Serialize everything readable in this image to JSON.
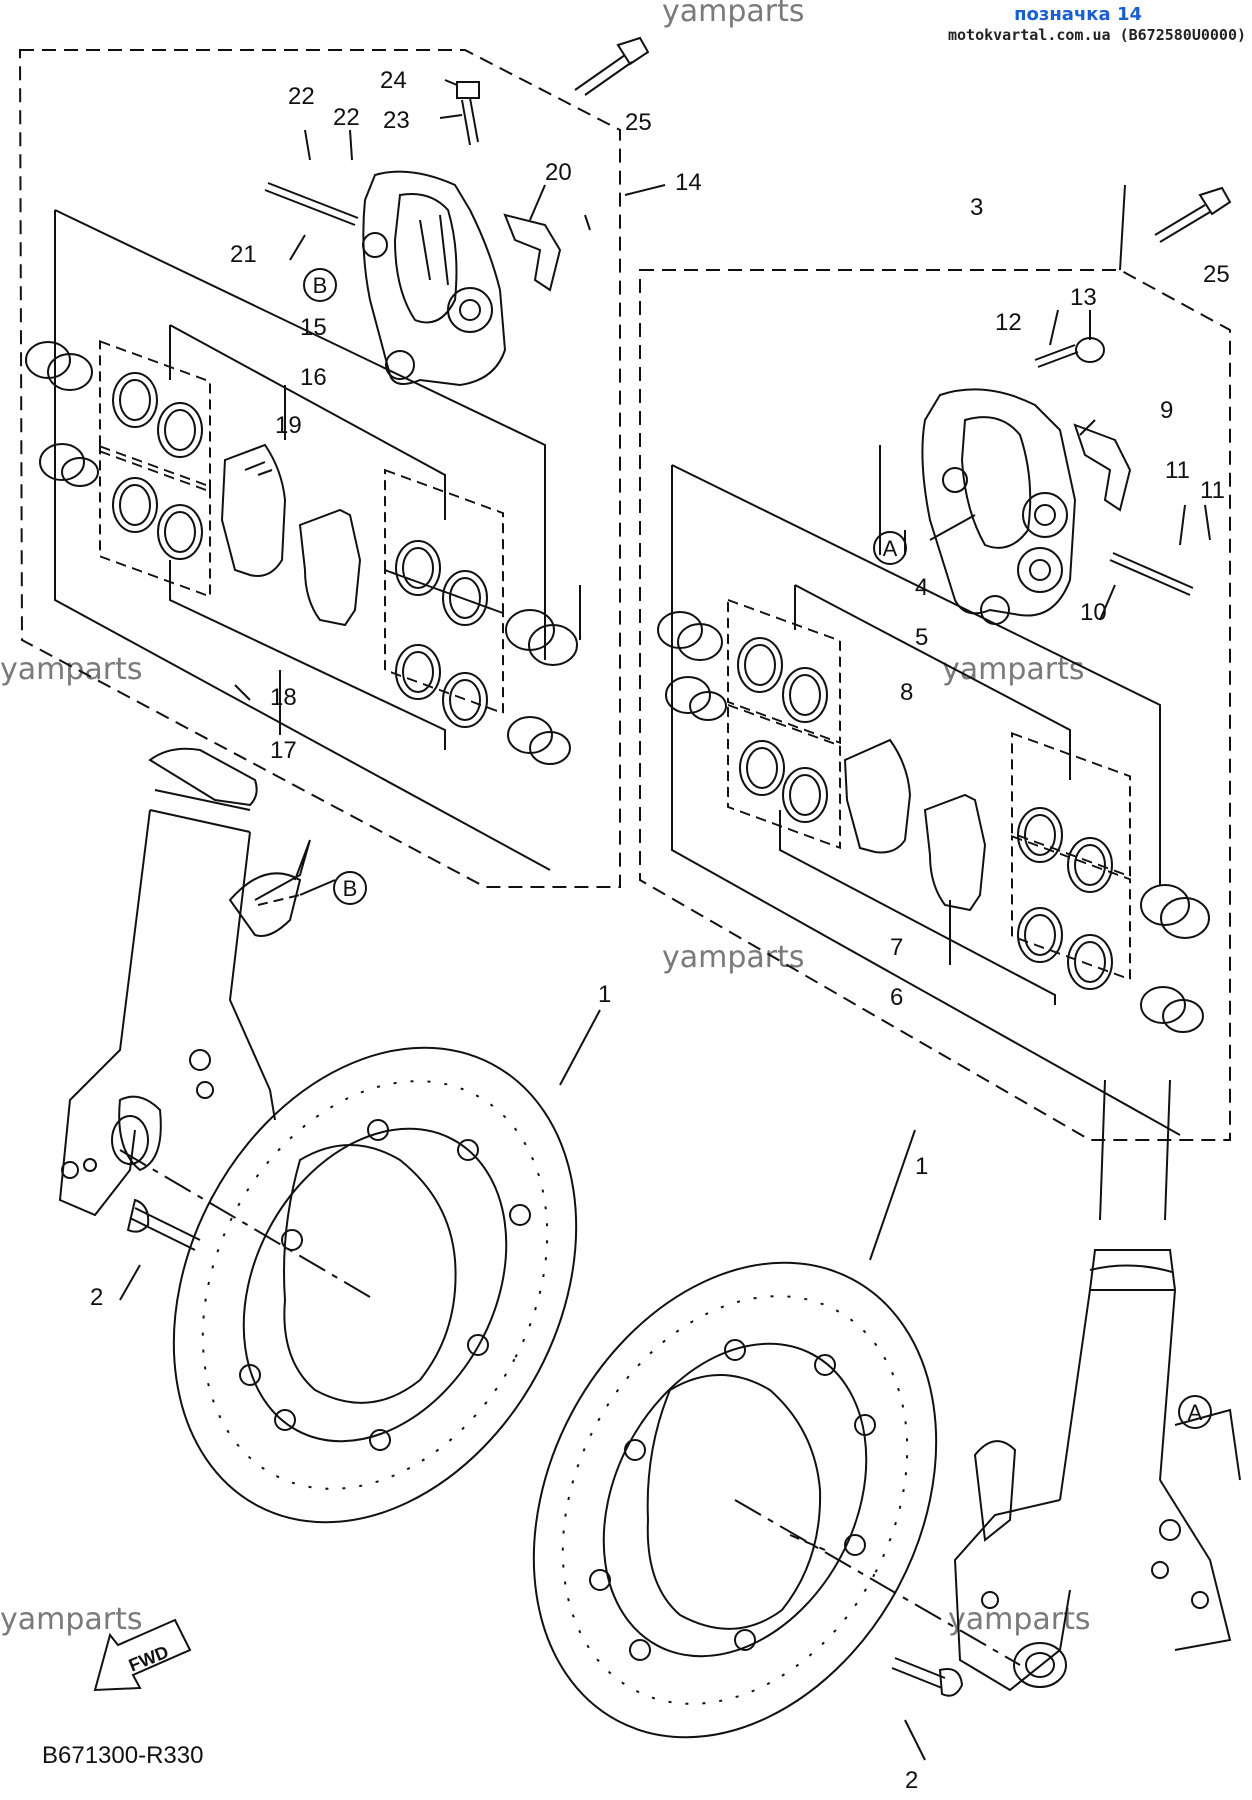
{
  "header": {
    "title": "позначка 14",
    "subtitle": "motokvartal.com.ua (B672580U0000)"
  },
  "watermarks": [
    "yamparts",
    "yamparts",
    "yamparts",
    "yamparts",
    "yamparts",
    "yamparts"
  ],
  "callouts": [
    "1",
    "1",
    "2",
    "2",
    "3",
    "4",
    "5",
    "6",
    "7",
    "8",
    "9",
    "10",
    "11",
    "11",
    "12",
    "13",
    "14",
    "15",
    "16",
    "17",
    "18",
    "19",
    "20",
    "21",
    "22",
    "22",
    "23",
    "24",
    "25",
    "25"
  ],
  "refs": [
    "A",
    "A",
    "B",
    "B"
  ],
  "fwd_label": "FWD",
  "diagram_code": "B671300-R330"
}
